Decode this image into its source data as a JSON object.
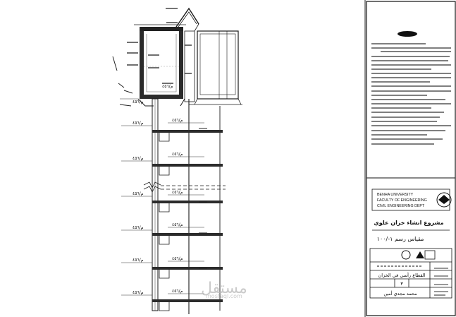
{
  "title_block": {
    "university": "BENHA UNIVERSITY",
    "faculty": "FACULTY OF ENGINEERING",
    "department": "CIVIL ENGINEERING DEPT",
    "project_title": "مشروع انشاء خزان علوي",
    "scale_label": "مقياس رسم ١-/١٠٠",
    "drawing_name": "القطاع رأسي في الخزان",
    "sheet_number": "٣",
    "designer": "محمد مجدي أمين"
  },
  "section_labels": {
    "level_label": "م/٤٥٦"
  },
  "watermark": {
    "arabic": "مستقل",
    "latin": "mostaql.com"
  },
  "colors": {
    "line": "#1a1a1a",
    "hatch": "#333333",
    "faint": "#8a8a8a"
  }
}
